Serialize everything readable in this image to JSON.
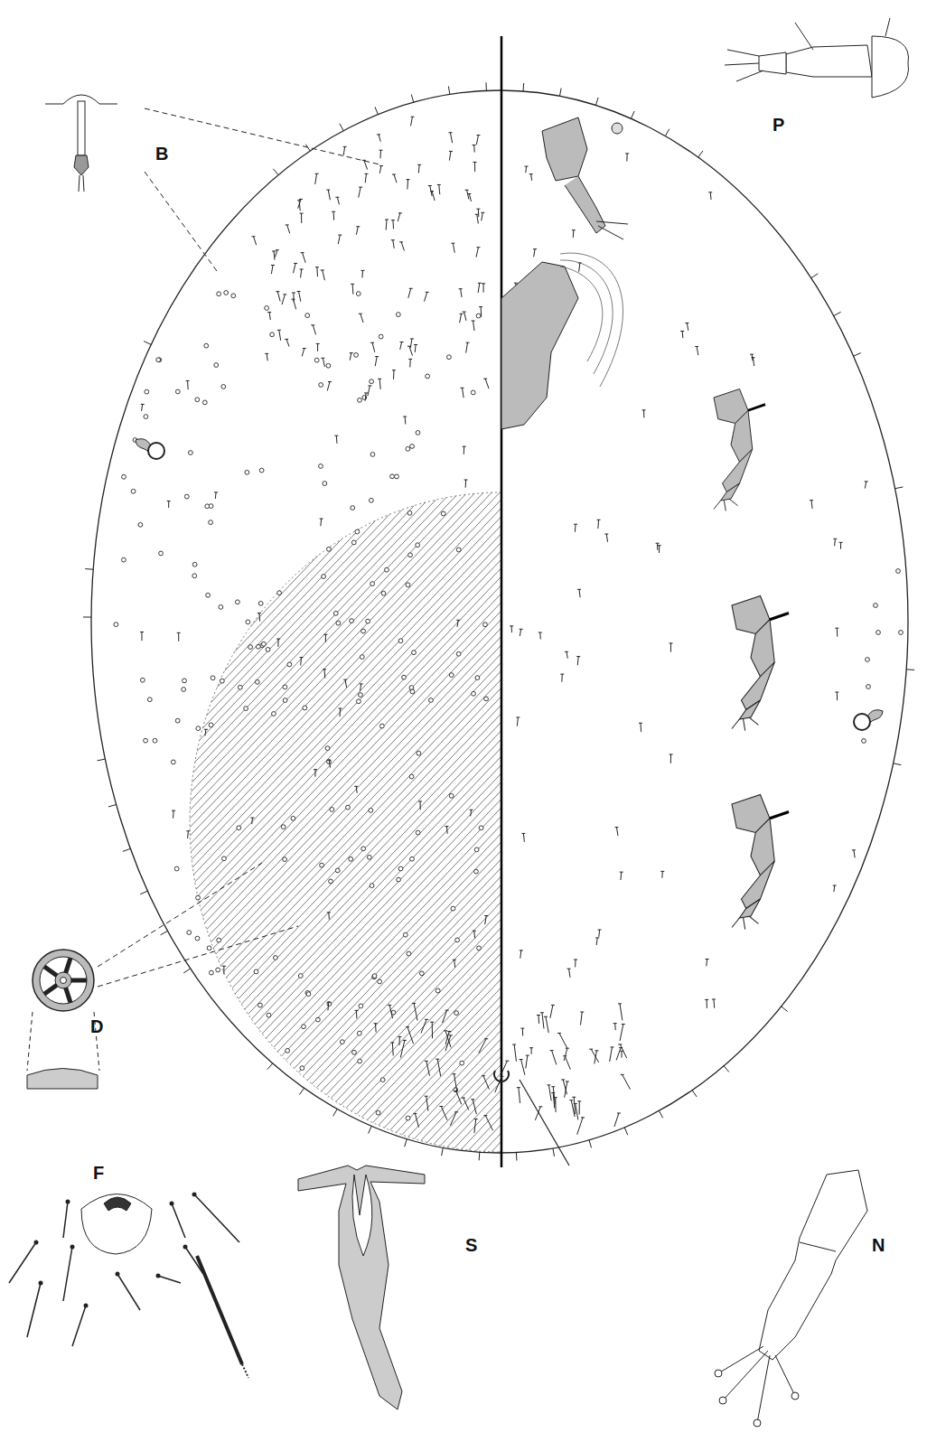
{
  "diagram": {
    "labels": [
      "B",
      "P",
      "D",
      "F",
      "S",
      "N"
    ]
  }
}
